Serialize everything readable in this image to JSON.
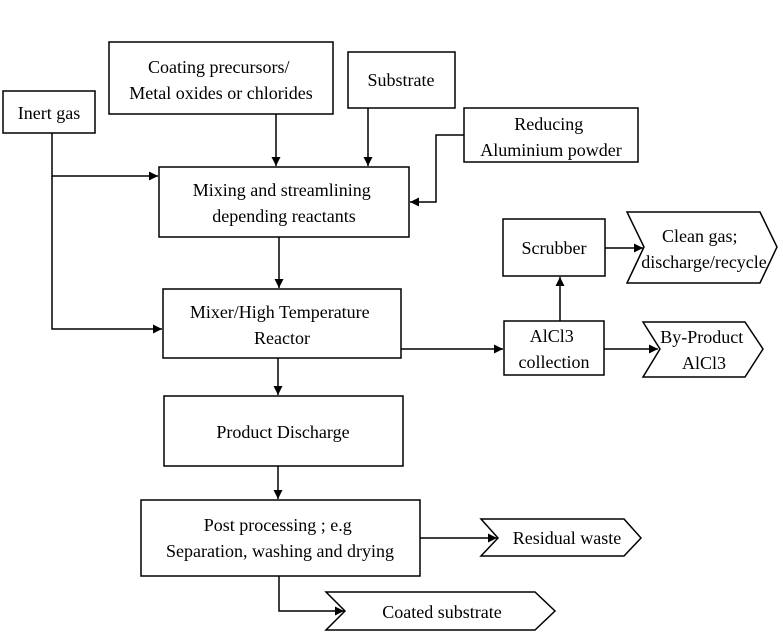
{
  "nodes": {
    "inert_gas": {
      "lines": [
        "Inert gas"
      ]
    },
    "coating_precursors": {
      "lines": [
        "Coating precursors/",
        "Metal oxides or chlorides"
      ]
    },
    "substrate": {
      "lines": [
        "Substrate"
      ]
    },
    "reducing": {
      "lines": [
        "Reducing",
        "Aluminium powder"
      ]
    },
    "mixing": {
      "lines": [
        "Mixing and streamlining",
        "depending  reactants"
      ]
    },
    "reactor": {
      "lines": [
        "Mixer/High Temperature",
        "Reactor"
      ]
    },
    "scrubber": {
      "lines": [
        "Scrubber"
      ]
    },
    "clean_gas": {
      "lines": [
        "Clean gas;",
        "discharge/recycle"
      ]
    },
    "alcl3_collection": {
      "lines": [
        "AlCl3",
        "collection"
      ]
    },
    "byproduct": {
      "lines": [
        "By-Product",
        "AlCl3"
      ]
    },
    "product_discharge": {
      "lines": [
        "Product Discharge"
      ]
    },
    "post_processing": {
      "lines": [
        "Post processing ; e.g",
        "Separation, washing and drying"
      ]
    },
    "residual_waste": {
      "lines": [
        "Residual waste"
      ]
    },
    "coated_substrate": {
      "lines": [
        "Coated substrate"
      ]
    }
  },
  "colors": {
    "stroke": "#000000",
    "fill": "#ffffff",
    "text": "#000000"
  }
}
